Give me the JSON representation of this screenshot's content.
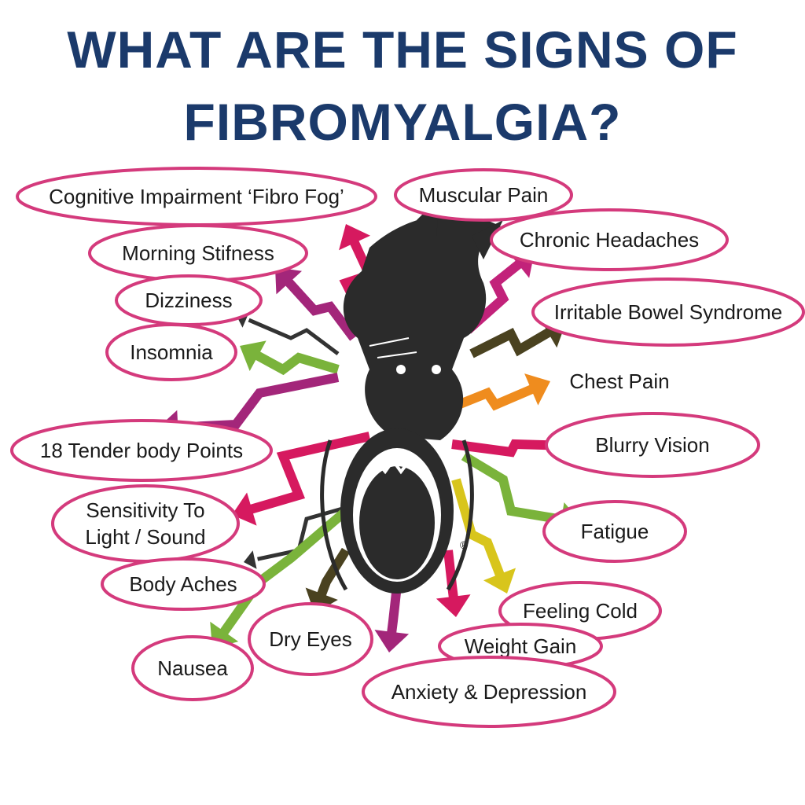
{
  "title": {
    "line1": "WHAT ARE THE SIGNS OF",
    "line2": "FIBROMYALGIA?"
  },
  "colors": {
    "title": "#1b3a6b",
    "oval_stroke": "#d43a7c",
    "figure": "#2b2b2b"
  },
  "signs": [
    {
      "lines": [
        "Cognitive Impairment ‘Fibro Fog’"
      ]
    },
    {
      "lines": [
        "Muscular Pain"
      ]
    },
    {
      "lines": [
        "Chronic Headaches"
      ]
    },
    {
      "lines": [
        "Morning Stifness"
      ]
    },
    {
      "lines": [
        "Dizziness"
      ]
    },
    {
      "lines": [
        "Irritable Bowel Syndrome"
      ]
    },
    {
      "lines": [
        "Insomnia"
      ]
    },
    {
      "lines": [
        "Chest Pain"
      ]
    },
    {
      "lines": [
        "18 Tender body Points"
      ]
    },
    {
      "lines": [
        "Blurry Vision"
      ]
    },
    {
      "lines": [
        "Sensitivity To",
        "Light / Sound"
      ]
    },
    {
      "lines": [
        "Fatigue"
      ]
    },
    {
      "lines": [
        "Body Aches"
      ]
    },
    {
      "lines": [
        "Feeling Cold"
      ]
    },
    {
      "lines": [
        "Dry Eyes"
      ]
    },
    {
      "lines": [
        "Weight Gain"
      ]
    },
    {
      "lines": [
        "Nausea"
      ]
    },
    {
      "lines": [
        "Anxiety & Depression"
      ]
    }
  ],
  "mark": "®"
}
